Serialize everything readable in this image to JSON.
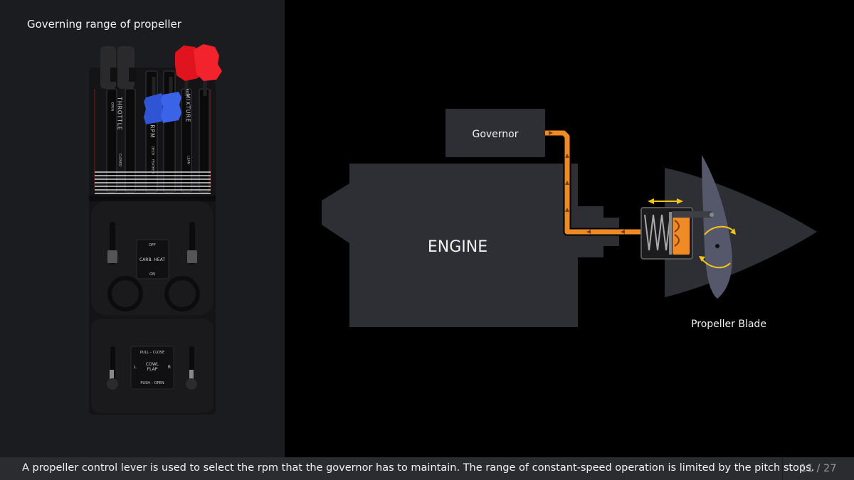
{
  "left_panel": {
    "title": "Governing range of propeller",
    "quadrant": {
      "throttle_label": "THROTTLE",
      "throttle_top": "OPEN",
      "throttle_bottom": "CLOSED",
      "rpm_label": "RPM",
      "rpm_bottom": "DECR",
      "rpm_feather": "FEATHER",
      "mixture_label": "MIXTURE",
      "mixture_top": "RICH",
      "mixture_bottom": "LEAN",
      "carb_heat_off": "OFF",
      "carb_heat_label": "CARB. HEAT",
      "carb_heat_on": "ON",
      "cowl_pull": "PULL – CLOSE",
      "cowl_left": "L",
      "cowl_label_1": "COWL",
      "cowl_label_2": "FLAP",
      "cowl_right": "R",
      "cowl_push": "PUSH – OPEN"
    },
    "colors": {
      "rpm_knob": "#2f55d4",
      "mixture_knob": "#e0141e"
    }
  },
  "diagram": {
    "governor_label": "Governor",
    "engine_label": "ENGINE",
    "blade_label": "Propeller Blade",
    "colors": {
      "oil_line": "#f08a24",
      "arrows": "#f5c518",
      "boxes": "#2e2f34",
      "blade": "#55586a"
    }
  },
  "footer": {
    "caption": "A propeller control lever is used to select the rpm that the governor has to maintain. The range of constant-speed operation is limited by the pitch stops.",
    "page": "11 / 27"
  }
}
